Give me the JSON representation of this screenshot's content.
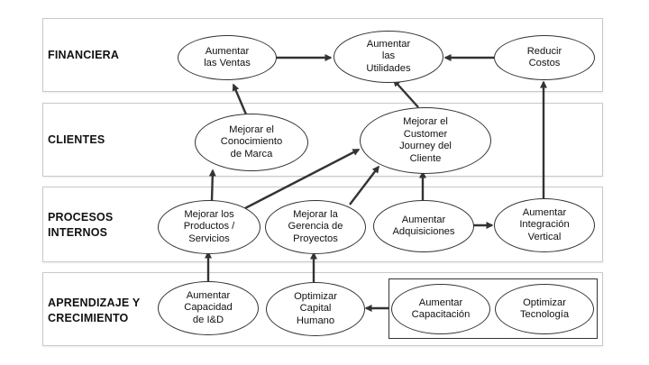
{
  "bands": {
    "financiera": "FINANCIERA",
    "clientes": "CLIENTES",
    "procesos": "PROCESOS\nINTERNOS",
    "aprendizaje": "APRENDIZAJE Y\nCRECIMIENTO"
  },
  "nodes": {
    "aumentar_ventas": "Aumentar\nlas Ventas",
    "aumentar_utilidades": "Aumentar\nlas\nUtilidades",
    "reducir_costos": "Reducir\nCostos",
    "conocimiento_marca": "Mejorar el\nConocimiento\nde Marca",
    "customer_journey": "Mejorar el\nCustomer\nJourney del\nCliente",
    "productos_servicios": "Mejorar los\nProductos /\nServicios",
    "gerencia_proyectos": "Mejorar la\nGerencia de\nProyectos",
    "adquisiciones": "Aumentar\nAdquisiciones",
    "integracion_vertical": "Aumentar\nIntegración\nVertical",
    "capacidad_id": "Aumentar\nCapacidad\nde I&D",
    "capital_humano": "Optimizar\nCapital\nHumano",
    "capacitacion": "Aumentar\nCapacitación",
    "tecnologia": "Optimizar\nTecnología"
  }
}
